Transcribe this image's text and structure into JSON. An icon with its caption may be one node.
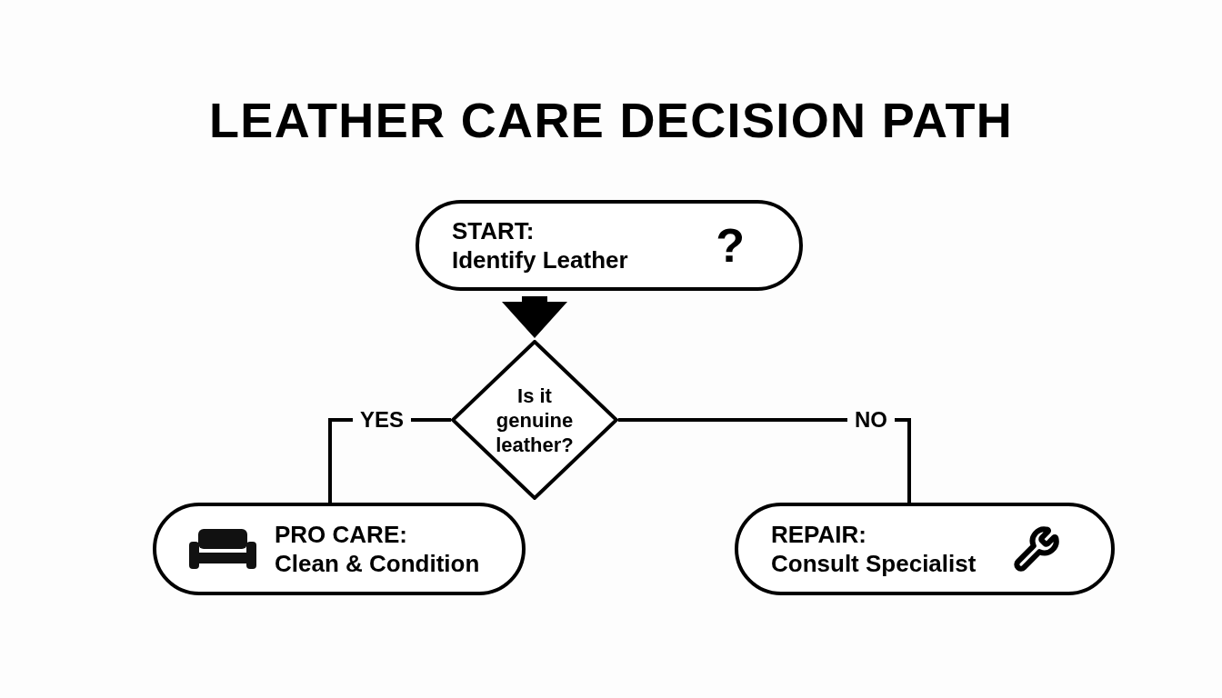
{
  "diagram": {
    "title": "LEATHER CARE DECISION PATH",
    "nodes": [
      {
        "text": [
          "START:",
          "Identify Leather",
          "?"
        ]
      },
      {
        "text": [
          "Is it genuine leather?"
        ]
      },
      {
        "text": [
          "PRO CARE:",
          "Clean & Condition"
        ]
      },
      {
        "text": [
          "REPAIR:",
          "Consult Specialist"
        ]
      }
    ],
    "edges": [
      {
        "from": 0,
        "to": 1,
        "arrow": "to",
        "style": "thick"
      },
      {
        "from": 1,
        "to": 2,
        "arrow": "none",
        "label": "YES"
      },
      {
        "from": 1,
        "to": 3,
        "arrow": "none",
        "label": "NO"
      }
    ]
  }
}
